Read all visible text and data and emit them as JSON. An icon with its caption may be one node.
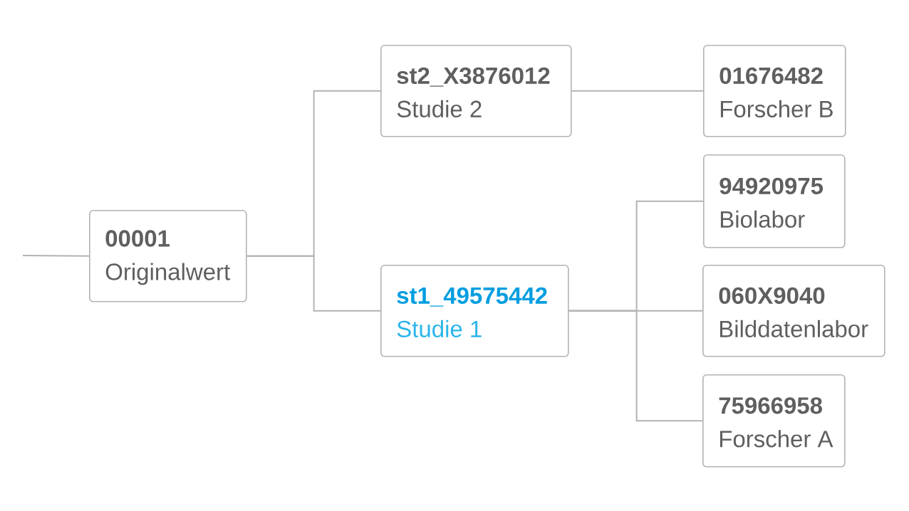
{
  "diagram": {
    "nodes": [
      {
        "text": [
          "00001",
          "Originalwert"
        ]
      },
      {
        "text": [
          "st2_X3876012",
          "Studie 2"
        ]
      },
      {
        "text": [
          "st1_49575442",
          "Studie 1"
        ]
      },
      {
        "text": [
          "01676482",
          "Forscher B"
        ]
      },
      {
        "text": [
          "94920975",
          "Biolabor"
        ]
      },
      {
        "text": [
          "060X9040",
          "Bilddatenlabor"
        ]
      },
      {
        "text": [
          "75966958",
          "Forscher A"
        ]
      }
    ],
    "edges": [
      {
        "from": null,
        "to": 0,
        "arrow": "none"
      },
      {
        "from": 0,
        "to": 1,
        "arrow": "none"
      },
      {
        "from": 0,
        "to": 2,
        "arrow": "none"
      },
      {
        "from": 1,
        "to": 3,
        "arrow": "none"
      },
      {
        "from": 2,
        "to": 4,
        "arrow": "none"
      },
      {
        "from": 2,
        "to": 5,
        "arrow": "none"
      },
      {
        "from": 2,
        "to": 6,
        "arrow": "none"
      }
    ]
  }
}
